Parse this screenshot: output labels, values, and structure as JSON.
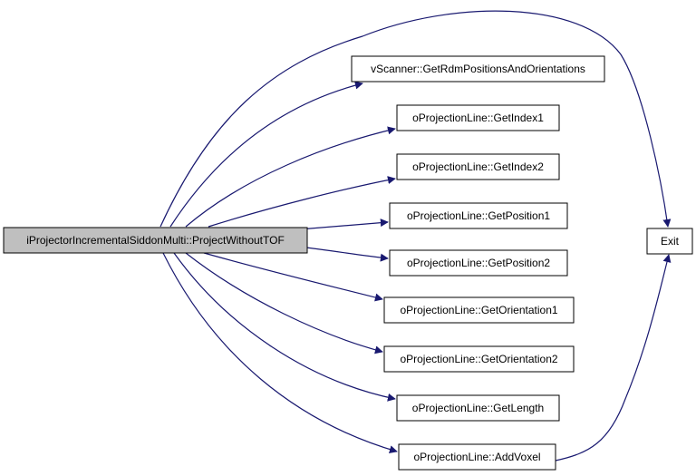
{
  "colors": {
    "edge": "#191970",
    "root_fill": "#bfbfbf",
    "node_fill": "#ffffff",
    "border": "#000000"
  },
  "nodes": {
    "root": {
      "label": "iProjectorIncrementalSiddonMulti::ProjectWithoutTOF"
    },
    "get_rdm": {
      "label": "vScanner::GetRdmPositionsAndOrientations"
    },
    "get_index1": {
      "label": "oProjectionLine::GetIndex1"
    },
    "get_index2": {
      "label": "oProjectionLine::GetIndex2"
    },
    "get_position1": {
      "label": "oProjectionLine::GetPosition1"
    },
    "get_position2": {
      "label": "oProjectionLine::GetPosition2"
    },
    "get_orientation1": {
      "label": "oProjectionLine::GetOrientation1"
    },
    "get_orientation2": {
      "label": "oProjectionLine::GetOrientation2"
    },
    "get_length": {
      "label": "oProjectionLine::GetLength"
    },
    "add_voxel": {
      "label": "oProjectionLine::AddVoxel"
    },
    "exit": {
      "label": "Exit"
    }
  }
}
